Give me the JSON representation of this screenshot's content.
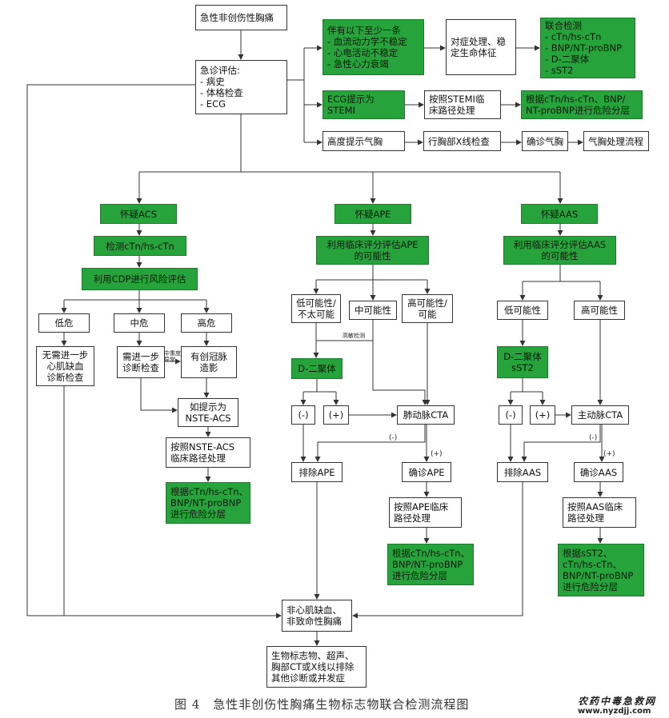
{
  "nodes": {
    "start": [
      "急性非创伤性胸痛"
    ],
    "emerg": [
      "急诊评估:",
      " - 病史",
      " - 体格检查",
      " - ECG"
    ],
    "unstable": [
      "伴有以下至少一条",
      " - 血流动力学不稳定",
      " - 心电活动不稳定",
      " - 急性心力衰竭"
    ],
    "stabilize": [
      "对症处理、稳",
      "定生命体征"
    ],
    "combined": [
      "联合检测",
      " - cTn/hs-cTn",
      " - BNP/NT-proBNP",
      " - D-二聚体",
      " - sST2"
    ],
    "stemi_ecg": [
      "ECG提示为",
      "STEMI"
    ],
    "stemi_path": [
      "按照STEMI临",
      "床路径处理"
    ],
    "stemi_risk": [
      "根据cTn/hs-cTn、BNP/",
      "NT-proBNP进行危险分层"
    ],
    "ptx": [
      "高度提示气胸"
    ],
    "xray": [
      "行胸部X线检查"
    ],
    "ptx_dx": [
      "确诊气胸"
    ],
    "ptx_flow": [
      "气胸处理流程"
    ],
    "acs": [
      "怀疑ACS"
    ],
    "acs_ctn": [
      "检测cTn/hs-cTn"
    ],
    "acs_cdp": [
      "利用CDP进行风险评估"
    ],
    "low": [
      "低危"
    ],
    "mid": [
      "中危"
    ],
    "high": [
      "高危"
    ],
    "no_further": [
      "无需进一步",
      "心肌缺血",
      "诊断检查"
    ],
    "further": [
      "需进一步",
      "诊断检查"
    ],
    "cag": [
      "有创冠脉",
      "造影"
    ],
    "nste": [
      "如提示为",
      "NSTE-ACS"
    ],
    "nste_path": [
      "按照NSTE-ACS",
      "临床路径处理"
    ],
    "acs_risk": [
      "根据cTn/hs-cTn、",
      "BNP/NT-proBNP",
      "进行危险分层"
    ],
    "ape": [
      "怀疑APE"
    ],
    "ape_eval": [
      "利用临床评分评估APE",
      "的可能性"
    ],
    "ape_low": [
      "低可能性/",
      "不太可能"
    ],
    "ape_mid": [
      "中可能性"
    ],
    "ape_high": [
      "高可能性/",
      "可能"
    ],
    "ape_dd": [
      "D-二聚体"
    ],
    "ape_neg": [
      "(-)"
    ],
    "ape_pos": [
      "(+)"
    ],
    "ctpa": [
      "肺动脉CTA"
    ],
    "ape_ex": [
      "排除APE"
    ],
    "ape_dx": [
      "确诊APE"
    ],
    "ape_path": [
      "按照APE临床",
      "路径处理"
    ],
    "ape_risk": [
      "根据cTn/hs-cTn、",
      "BNP/NT-proBNP",
      "进行危险分层"
    ],
    "aas": [
      "怀疑AAS"
    ],
    "aas_eval": [
      "利用临床评分评估AAS",
      "的可能性"
    ],
    "aas_low": [
      "低可能性"
    ],
    "aas_high": [
      "高可能性"
    ],
    "aas_dd": [
      "D-二聚体",
      "sST2"
    ],
    "aas_neg": [
      "(-)"
    ],
    "aas_pos": [
      "(+)"
    ],
    "aorta_cta": [
      "主动脉CTA"
    ],
    "aas_ex": [
      "排除AAS"
    ],
    "aas_dx": [
      "确诊AAS"
    ],
    "aas_path": [
      "按照AAS临床",
      "路径处理"
    ],
    "aas_risk": [
      "根据sST2、",
      "cTn/hs-cTn、",
      "BNP/NT-proBNP",
      "进行危险分层"
    ],
    "non_ischemic": [
      "非心肌缺血、",
      "非致命性胸痛"
    ],
    "final": [
      "生物标志物、超声、",
      "胸部CT或X线以排除",
      "其他诊断或并发症"
    ]
  },
  "edge_labels": {
    "mid_note": [
      "中重度",
      "异常"
    ],
    "hs_note": "高敏检测",
    "ape_cta_neg": "(-)",
    "ape_cta_pos": "(+)",
    "aas_cta_neg": "(-)",
    "aas_cta_pos": "(+)"
  },
  "caption": "图 4　急性非创伤性胸痛生物标志物联合检测流程图",
  "watermark": {
    "line1": "农药中毒急救网",
    "line2": "www.nyzdjj.com"
  },
  "colors": {
    "green_fill": "#27a33c",
    "line": "#333333"
  }
}
